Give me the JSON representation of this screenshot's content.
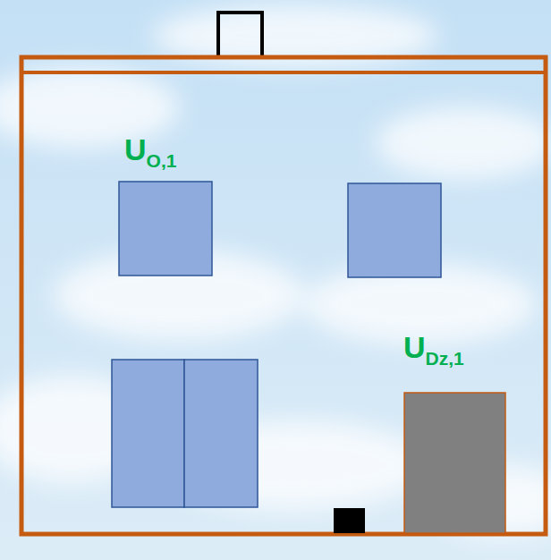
{
  "diagram": {
    "labels": [
      "U",
      "O,1",
      "U",
      "Dz,1"
    ]
  }
}
